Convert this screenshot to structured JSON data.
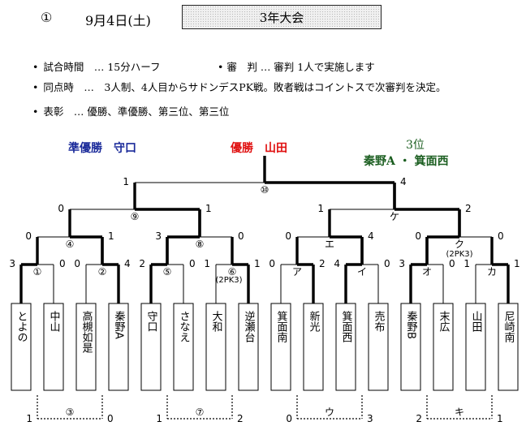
{
  "header": {
    "number": "①",
    "date": "9月4日(土)",
    "title": "3年大会"
  },
  "info": [
    {
      "bullet": "•",
      "text": "試合時間　… 15分ハーフ",
      "text2": "•  審　判 … 審判 1人で実施します"
    },
    {
      "bullet": "•",
      "text": "同点時　…　3人制、4人目からサドンデスPK戦。敗者戦はコイントスで次審判を決定。"
    },
    {
      "bullet": "•",
      "text": "表彰　… 優勝、準優勝、第三位、第三位"
    }
  ],
  "results": {
    "runner_up_label": "準優勝",
    "runner_up_team": "守口",
    "winner_label": "優勝",
    "winner_team": "山田",
    "third_label": "3位",
    "third_teams": "秦野A ・ 箕面西"
  },
  "teams": [
    "とよの",
    "中山",
    "高槻如是",
    "秦野A",
    "守口",
    "さなえ",
    "大和",
    "逆瀬台",
    "箕面南",
    "新光",
    "箕面西",
    "売布",
    "秦野B",
    "末広",
    "山田",
    "尼崎南"
  ],
  "bracket": {
    "r1": [
      {
        "label": "①",
        "score_l": "3",
        "score_r": "0",
        "winner": "left"
      },
      {
        "label": "②",
        "score_l": "0",
        "score_r": "4",
        "winner": "right"
      },
      {
        "label": "⑤",
        "score_l": "2",
        "score_r": "0",
        "winner": "left"
      },
      {
        "label": "⑥",
        "score_l": "1",
        "score_r": "1",
        "winner": "right",
        "note": "(2PK3)"
      },
      {
        "label": "ア",
        "score_l": "0",
        "score_r": "2",
        "winner": "right"
      },
      {
        "label": "イ",
        "score_l": "4",
        "score_r": "0",
        "winner": "left"
      },
      {
        "label": "オ",
        "score_l": "3",
        "score_r": "0",
        "winner": "left"
      },
      {
        "label": "カ",
        "score_l": "1",
        "score_r": "1",
        "winner": "right"
      }
    ],
    "r2": [
      {
        "label": "④",
        "score_l": "0",
        "score_r": "1",
        "winner": "right"
      },
      {
        "label": "⑧",
        "score_l": "3",
        "score_r": "0",
        "winner": "left"
      },
      {
        "label": "エ",
        "score_l": "0",
        "score_r": "4",
        "winner": "right"
      },
      {
        "label": "ク",
        "score_l": "0",
        "score_r": "0",
        "winner": "left",
        "note": "(2PK3)"
      }
    ],
    "r3": [
      {
        "label": "⑨",
        "score_l": "0",
        "score_r": "1",
        "winner": "right"
      },
      {
        "label": "ケ",
        "score_l": "1",
        "score_r": "2",
        "winner": "right"
      }
    ],
    "final": {
      "label": "⑩",
      "score_l": "1",
      "score_r": "4",
      "winner": "right"
    },
    "consolation": [
      {
        "label": "③",
        "score_l": "1",
        "score_r": "0"
      },
      {
        "label": "⑦",
        "score_l": "1",
        "score_r": "2"
      },
      {
        "label": "ウ",
        "score_l": "0",
        "score_r": "3"
      },
      {
        "label": "キ",
        "score_l": "2",
        "score_r": "1"
      }
    ]
  }
}
